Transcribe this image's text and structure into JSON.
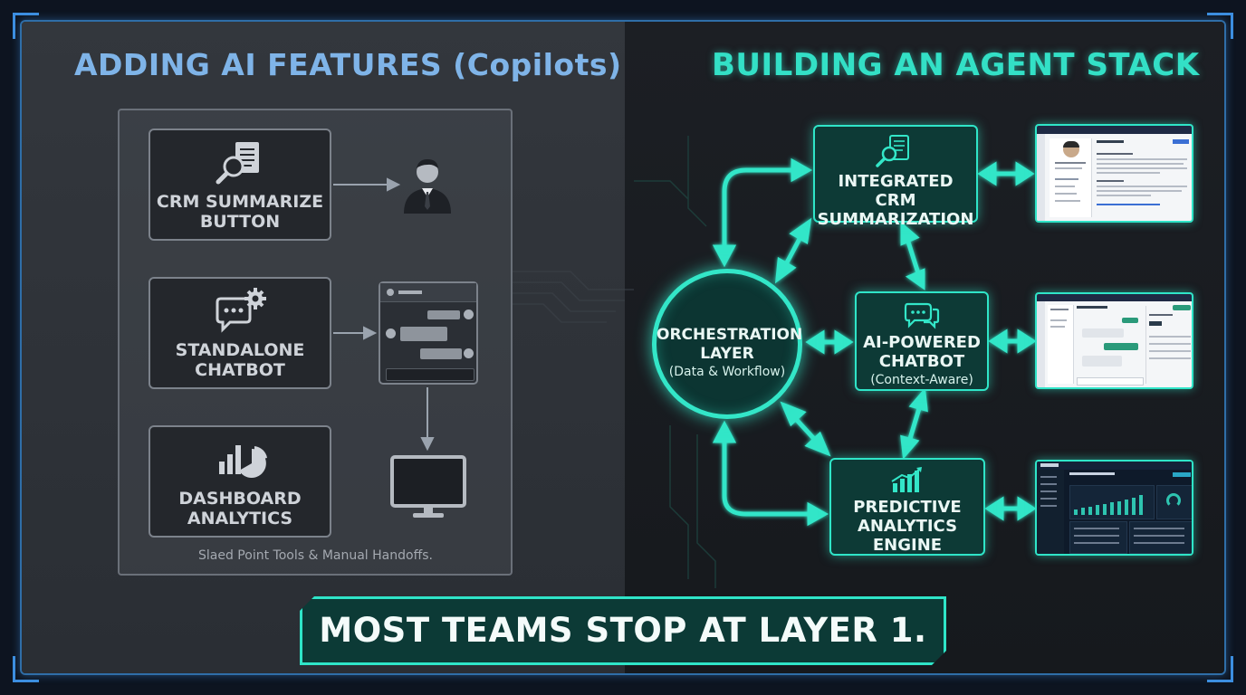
{
  "left": {
    "title": "ADDING AI FEATURES (Copilots)",
    "features": [
      {
        "line1": "CRM SUMMARIZE",
        "line2": "BUTTON",
        "icon": "document-search-icon"
      },
      {
        "line1": "STANDALONE",
        "line2": "CHATBOT",
        "icon": "chat-gear-icon"
      },
      {
        "line1": "DASHBOARD",
        "line2": "ANALYTICS",
        "icon": "bar-pie-chart-icon"
      }
    ],
    "outputs": [
      "user-avatar-icon",
      "chat-window-icon",
      "monitor-icon"
    ],
    "caption": "Slaed Point Tools & Manual Handoffs."
  },
  "right": {
    "title": "BUILDING AN AGENT STACK",
    "orchestration": {
      "line1": "ORCHESTRATION",
      "line2": "LAYER",
      "sub": "(Data & Workflow)"
    },
    "crm": {
      "line1": "INTEGRATED CRM",
      "line2": "SUMMARIZATION",
      "icon": "document-search-icon"
    },
    "chatbot": {
      "line1": "AI-POWERED",
      "line2": "CHATBOT",
      "sub": "(Context-Aware)",
      "icon": "chat-bubbles-icon"
    },
    "predictive": {
      "line1": "PREDICTIVE",
      "line2": "ANALYTICS",
      "line3": "ENGINE",
      "icon": "growth-chart-icon"
    }
  },
  "banner": "MOST TEAMS STOP AT LAYER 1.",
  "colors": {
    "accent": "#2fe5c8",
    "left_title": "#7fb4e8",
    "frame": "#2f6ea8"
  }
}
